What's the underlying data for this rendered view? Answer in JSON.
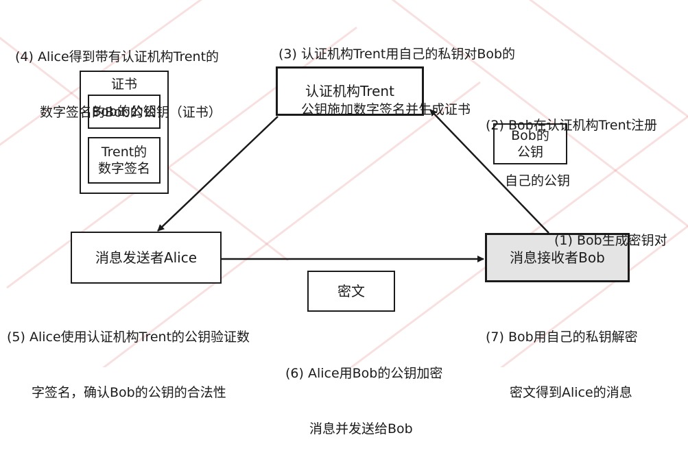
{
  "certificate": {
    "title": "证书",
    "public_key": "Bob的公钥",
    "signature_line1": "Trent的",
    "signature_line2": "数字签名"
  },
  "nodes": {
    "trent": "认证机构Trent",
    "alice": "消息发送者Alice",
    "bob": "消息接收者Bob",
    "ciphertext": "密文",
    "bob_key_line1": "Bob的",
    "bob_key_line2": "公钥"
  },
  "steps": {
    "step1": "(1) Bob生成密钥对",
    "step2_line1": "(2) Bob在认证机构Trent注册",
    "step2_line2": "自己的公钥",
    "step3_line1": "(3) 认证机构Trent用自己的私钥对Bob的",
    "step3_line2": "公钥施加数字签名并生成证书",
    "step4_line1": "(4) Alice得到带有认证机构Trent的",
    "step4_line2": "数字签名的Bob的公钥（证书）",
    "step5_line1": "(5) Alice使用认证机构Trent的公钥验证数",
    "step5_line2": "字签名，确认Bob的公钥的合法性",
    "step6_line1": "(6) Alice用Bob的公钥加密",
    "step6_line2": "消息并发送给Bob",
    "step7_line1": "(7) Bob用自己的私钥解密",
    "step7_line2": "密文得到Alice的消息"
  },
  "colors": {
    "line": "#1a1a1a",
    "bob_fill": "#e4e4e4",
    "watermark": "#e07070"
  }
}
